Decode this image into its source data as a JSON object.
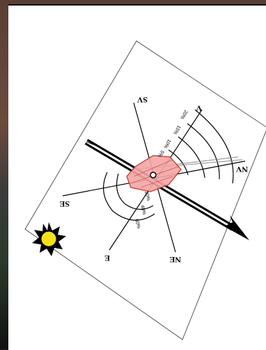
{
  "viewer": {
    "figure_name": "wind-rose-diagram"
  },
  "rose": {
    "directions": {
      "north_west": "NV",
      "south_west": "SV",
      "south_east": "SE",
      "east": "E",
      "north_east": "NE",
      "west": "V"
    },
    "ring_labels_upper": [
      "20%",
      "15%",
      "10%",
      "5%"
    ],
    "ring_labels_lower": [
      "20%",
      "40%",
      "60%"
    ]
  },
  "colors": {
    "rose_fill": "#f4a6a6",
    "rose_stroke": "#c0392b",
    "sun": "#f7e01a",
    "axis": "#000000"
  },
  "icons": {
    "sun": "sun-icon",
    "arrow": "wind-arrow-icon"
  }
}
